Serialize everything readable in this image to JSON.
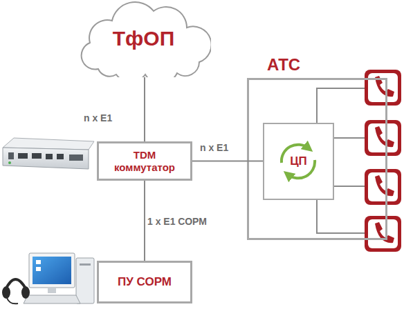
{
  "diagram": {
    "nodes": [
      {
        "text": [
          "ТфОП"
        ]
      },
      {
        "text": [
          "АТС"
        ]
      },
      {
        "text": [
          "ЦП"
        ],
        "in": 1
      },
      {
        "text": [
          "TDM коммутатор"
        ]
      },
      {
        "text": [
          "ПУ СОРМ"
        ]
      }
    ],
    "edges": [
      {
        "from": 0,
        "to": 3,
        "label": "n x E1",
        "arrow": "none"
      },
      {
        "from": 3,
        "to": 2,
        "label": "n x E1",
        "arrow": "none"
      },
      {
        "from": 3,
        "to": 4,
        "label": "1 x E1 СОРМ",
        "arrow": "none"
      }
    ]
  }
}
